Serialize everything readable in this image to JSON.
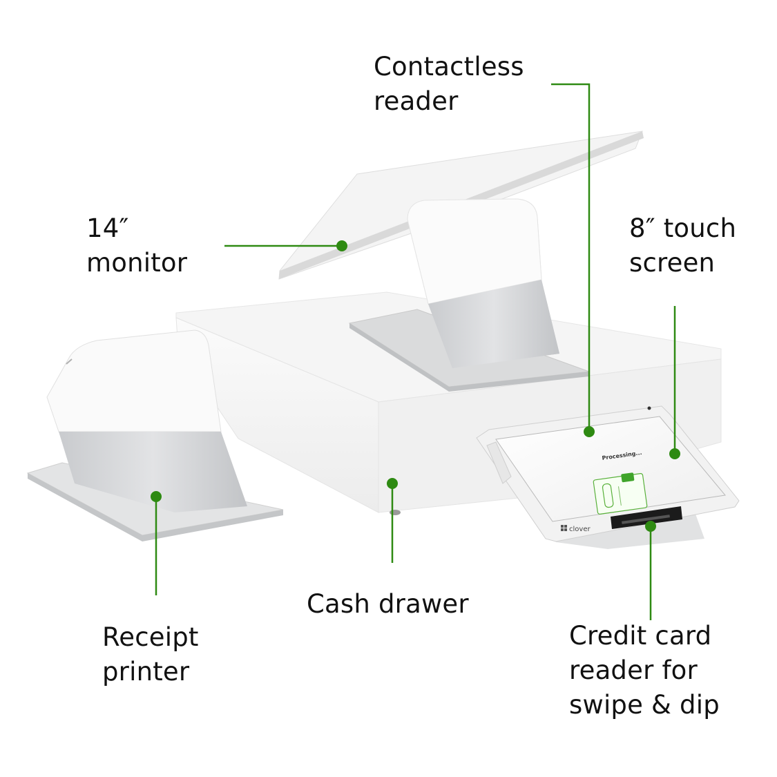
{
  "labels": {
    "contactless": [
      "Contactless",
      "reader"
    ],
    "monitor": [
      "14″",
      "monitor"
    ],
    "touch_screen": [
      "8″ touch",
      "screen"
    ],
    "cash_drawer": [
      "Cash drawer"
    ],
    "receipt_printer": [
      "Receipt",
      "printer"
    ],
    "card_reader": [
      "Credit card",
      "reader for",
      "swipe & dip"
    ]
  },
  "device_screen": {
    "status_text": "Processing...",
    "brand": "clover"
  },
  "colors": {
    "callout_green": "#2e8a12",
    "device_white": "#f7f7f7",
    "metal_gray": "#cfd1d3"
  }
}
